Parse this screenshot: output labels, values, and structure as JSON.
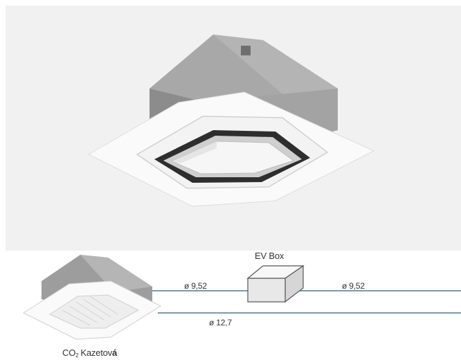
{
  "diagram": {
    "ev_box_label": "EV Box",
    "pipe_label_upper_left": "ø 9,52",
    "pipe_label_upper_right": "ø 9,52",
    "pipe_label_lower": "ø 12,7",
    "unit_label_prefix": "CO",
    "unit_label_subscript": "2",
    "unit_label_name": "Kazetov",
    "unit_label_suffix": "á"
  },
  "colors": {
    "pipe": "#7a9aab",
    "photo_background": "#f1f1f1",
    "box_face": "#e8e8e8"
  }
}
